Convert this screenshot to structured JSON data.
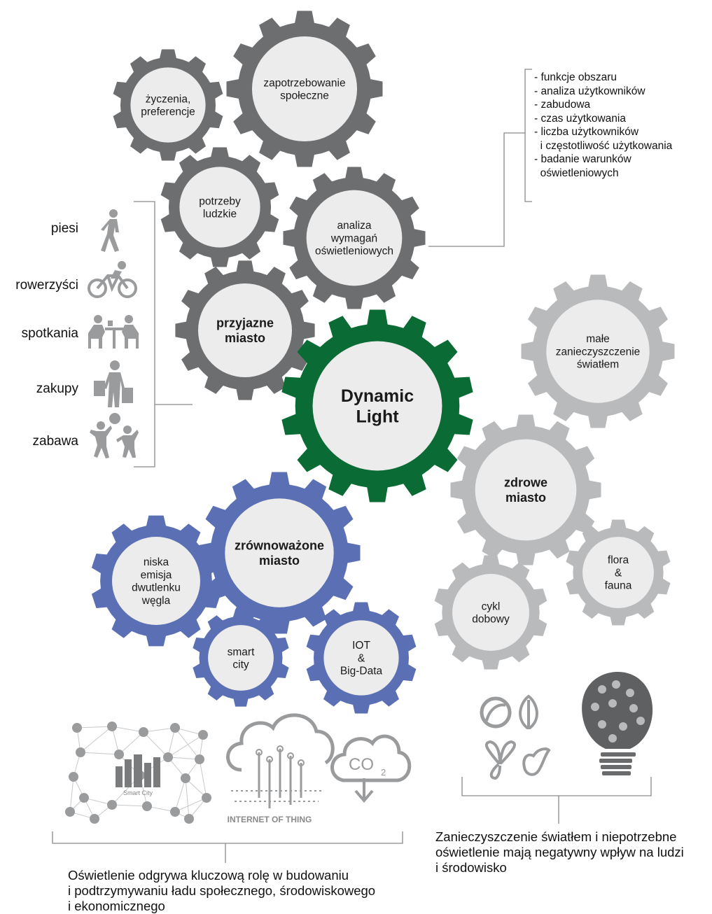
{
  "colors": {
    "dark_gear": "#6d6e70",
    "light_gear": "#b9babc",
    "green_gear": "#0a6b35",
    "blue_gear": "#5b6fb4",
    "gear_center": "#ececec",
    "icon_gray": "#9a9b9d",
    "line": "#8a8a8a"
  },
  "gears": {
    "zyczenia": [
      "życzenia,",
      "preferencje"
    ],
    "zapotrzebowanie": [
      "zapotrzebowanie",
      "społeczne"
    ],
    "potrzeby": [
      "potrzeby",
      "ludzkie"
    ],
    "analiza": [
      "analiza",
      "wymagań",
      "oświetleniowych"
    ],
    "przyjazne": [
      "przyjazne",
      "miasto"
    ],
    "dynamic": [
      "Dynamic",
      "Light"
    ],
    "male": [
      "małe",
      "zanieczyszczenie",
      "światłem"
    ],
    "zdrowe": [
      "zdrowe",
      "miasto"
    ],
    "zrownowazone": [
      "zrównoważone",
      "miasto"
    ],
    "niska": [
      "niska",
      "emisja",
      "dwutlenku",
      "węgla"
    ],
    "smart": [
      "smart",
      "city"
    ],
    "iot": [
      "IOT",
      "&",
      "Big-Data"
    ],
    "cykl": [
      "cykl",
      "dobowy"
    ],
    "flora": [
      "flora",
      "&",
      "fauna"
    ]
  },
  "requirements": [
    "- funkcje obszaru",
    "- analiza użytkowników",
    "- zabudowa",
    "- czas użytkowania",
    "- liczba użytkowników",
    "  i częstotliwość użytkowania",
    "- badanie warunków",
    "  oświetleniowych"
  ],
  "categories": [
    {
      "label": "piesi",
      "icon": "pedestrian-icon"
    },
    {
      "label": "rowerzyści",
      "icon": "cyclist-icon"
    },
    {
      "label": "spotkania",
      "icon": "meeting-icon"
    },
    {
      "label": "zakupy",
      "icon": "shopping-icon"
    },
    {
      "label": "zabawa",
      "icon": "play-icon"
    }
  ],
  "images": {
    "smart_city_caption": "Smart City",
    "iot_caption": "INTERNET OF THING",
    "co2_label": "CO",
    "co2_sub": "2"
  },
  "captions": {
    "left": [
      "Oświetlenie odgrywa kluczową rolę w budowaniu",
      "i podtrzymywaniu ładu społecznego, środowiskowego",
      "i ekonomicznego"
    ],
    "right": [
      "Zanieczyszczenie światłem i niepotrzebne",
      "oświetlenie mają negatywny wpływ na ludzi",
      "i środowisko"
    ]
  }
}
